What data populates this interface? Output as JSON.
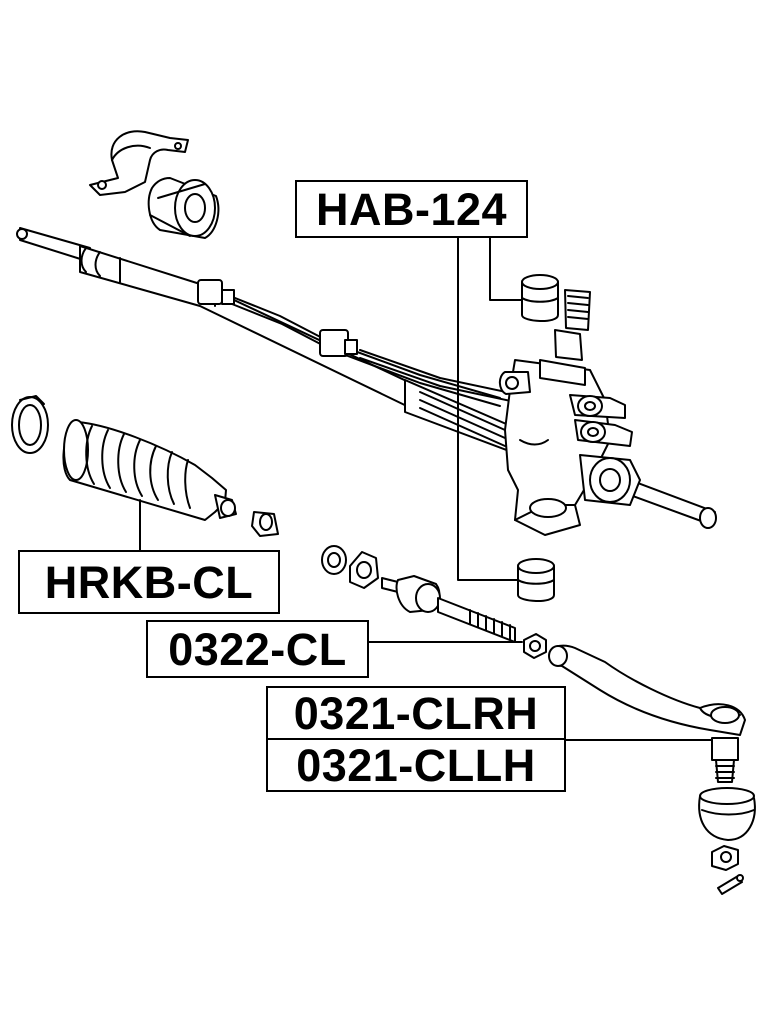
{
  "labels": {
    "hab": "HAB-124",
    "hrkb": "HRKB-CL",
    "tie_rod": "0322-CL",
    "tie_rod_end_rh": "0321-CLRH",
    "tie_rod_end_lh": "0321-CLLH"
  },
  "colors": {
    "line": "#000000",
    "background": "#ffffff"
  }
}
